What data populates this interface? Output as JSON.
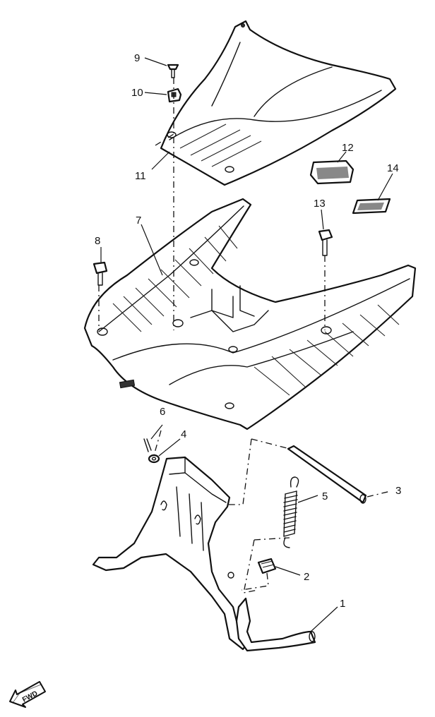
{
  "callouts": [
    {
      "id": "c1",
      "label": "1"
    },
    {
      "id": "c2",
      "label": "2"
    },
    {
      "id": "c3",
      "label": "3"
    },
    {
      "id": "c4",
      "label": "4"
    },
    {
      "id": "c5",
      "label": "5"
    },
    {
      "id": "c6",
      "label": "6"
    },
    {
      "id": "c7",
      "label": "7"
    },
    {
      "id": "c8",
      "label": "8"
    },
    {
      "id": "c9",
      "label": "9"
    },
    {
      "id": "c10",
      "label": "10"
    },
    {
      "id": "c11",
      "label": "11"
    },
    {
      "id": "c12",
      "label": "12"
    },
    {
      "id": "c13",
      "label": "13"
    },
    {
      "id": "c14",
      "label": "14"
    }
  ],
  "direction_marker": {
    "label": "FWD",
    "icon": "fwd-arrow-icon"
  }
}
